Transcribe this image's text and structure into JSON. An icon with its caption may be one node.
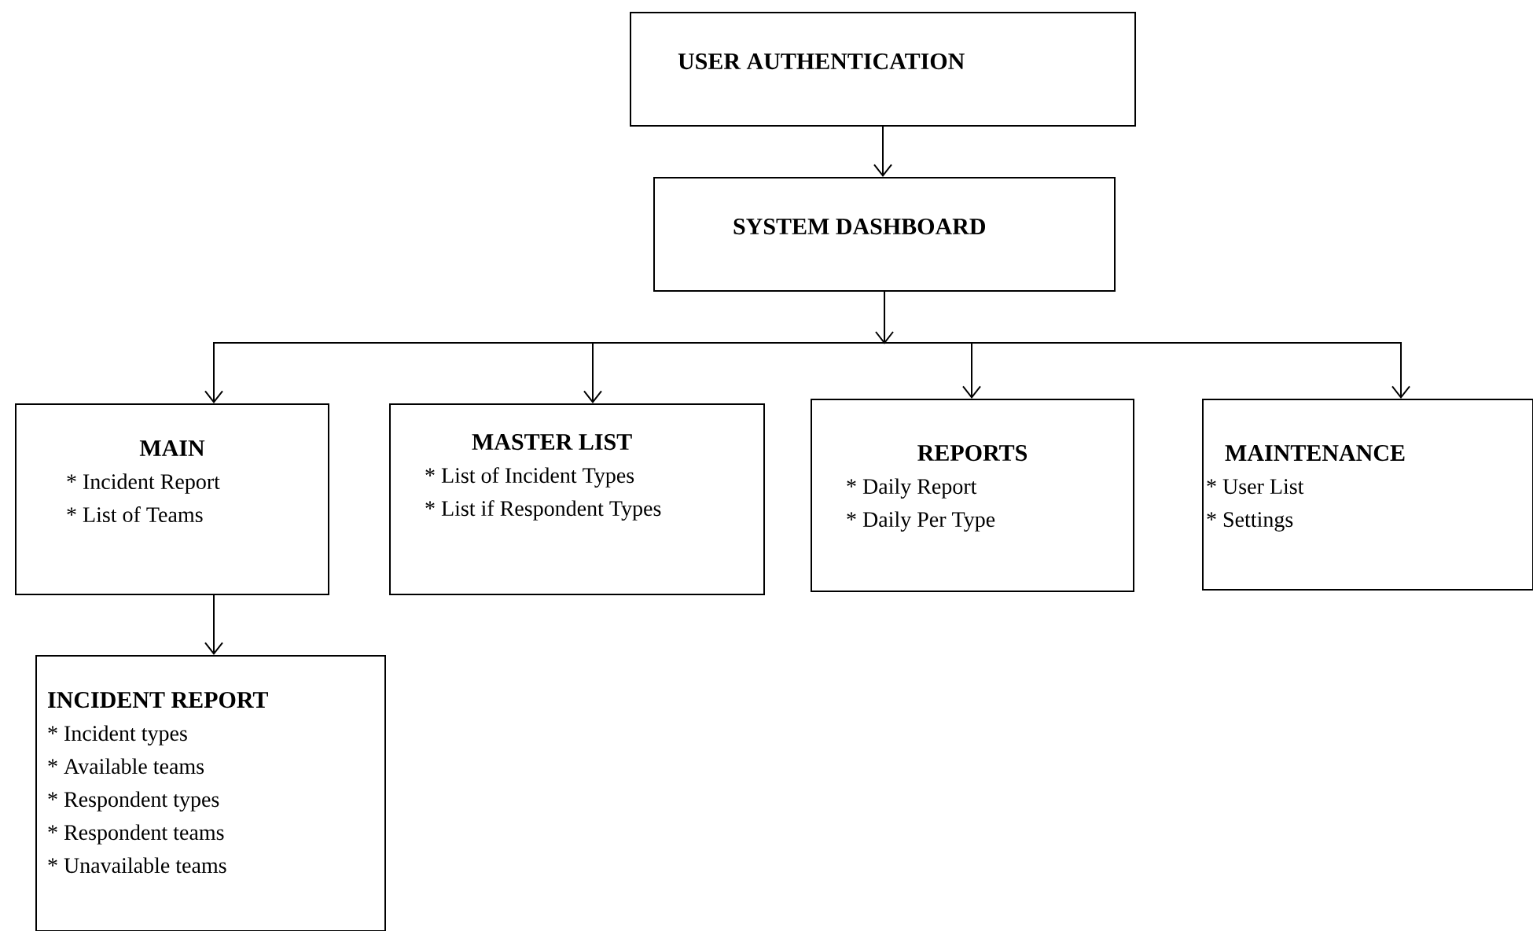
{
  "diagram": {
    "nodes": [
      {
        "text": [
          "USER AUTHENTICATION"
        ]
      },
      {
        "text": [
          "SYSTEM DASHBOARD"
        ]
      },
      {
        "text": [
          "MAIN",
          "* Incident Report",
          "* List of Teams"
        ]
      },
      {
        "text": [
          "MASTER LIST",
          "* List of Incident Types",
          "* List if Respondent Types"
        ]
      },
      {
        "text": [
          "REPORTS",
          "* Daily Report",
          "* Daily Per Type"
        ]
      },
      {
        "text": [
          "MAINTENANCE",
          "* User List",
          "* Settings"
        ]
      },
      {
        "text": [
          "INCIDENT REPORT",
          "* Incident types",
          "* Available teams",
          "* Respondent types",
          "* Respondent teams",
          "* Unavailable teams"
        ]
      }
    ],
    "edges": [
      {
        "from": 0,
        "to": 1,
        "arrow": "to"
      },
      {
        "from": 1,
        "to": 2,
        "arrow": "to"
      },
      {
        "from": 1,
        "to": 3,
        "arrow": "to"
      },
      {
        "from": 1,
        "to": 4,
        "arrow": "to"
      },
      {
        "from": 1,
        "to": 5,
        "arrow": "to"
      },
      {
        "from": 2,
        "to": 6,
        "arrow": "to"
      }
    ]
  }
}
